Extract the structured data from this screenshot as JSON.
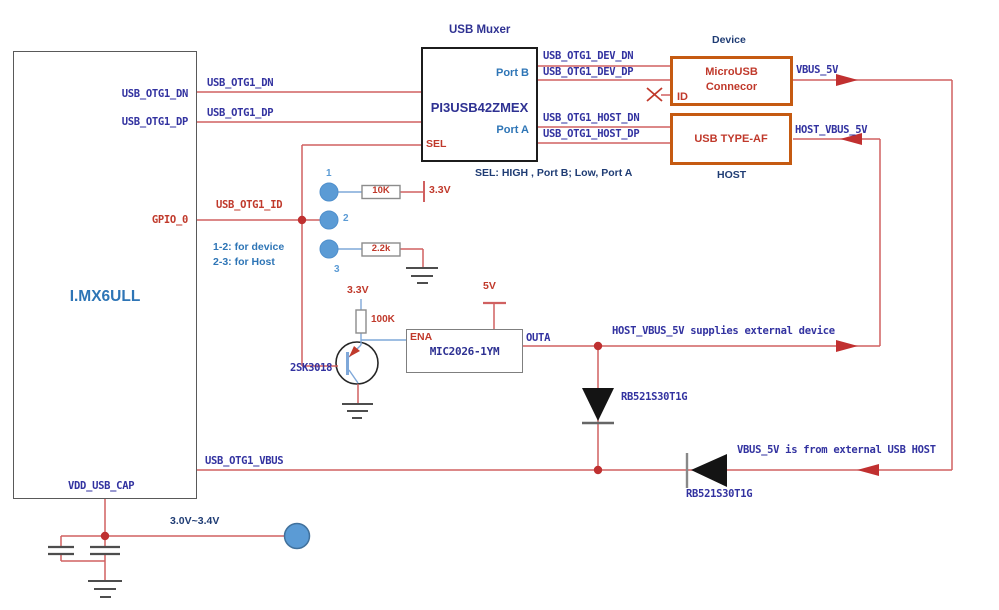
{
  "chip": {
    "name": "I.MX6ULL",
    "pin_dn": "USB_OTG1_DN",
    "pin_dp": "USB_OTG1_DP",
    "pin_gpio": "GPIO_0",
    "pin_vdd": "VDD_USB_CAP"
  },
  "muxer": {
    "title": "USB Muxer",
    "part": "PI3USB42ZMEX",
    "port_b": "Port B",
    "port_a": "Port A",
    "sel_pin": "SEL",
    "sel_note": "SEL: HIGH , Port B; Low, Port A"
  },
  "nets": {
    "dn": "USB_OTG1_DN",
    "dp": "USB_OTG1_DP",
    "id": "USB_OTG1_ID",
    "dev_dn": "USB_OTG1_DEV_DN",
    "dev_dp": "USB_OTG1_DEV_DP",
    "host_dn": "USB_OTG1_HOST_DN",
    "host_dp": "USB_OTG1_HOST_DP",
    "vbus": "USB_OTG1_VBUS",
    "vbus_5v": "VBUS_5V",
    "host_vbus_5v": "HOST_VBUS_5V"
  },
  "device": {
    "title": "Device",
    "name_line1": "MicroUSB",
    "name_line2": "Connecor",
    "id_pin": "ID"
  },
  "host": {
    "title": "HOST",
    "name": "USB TYPE-AF"
  },
  "jumper": {
    "pin1": "1",
    "pin2": "2",
    "pin3": "3",
    "note1": "1-2: for device",
    "note2": "2-3: for Host"
  },
  "parts": {
    "r_pullup": "10K",
    "r_pulldown": "2.2k",
    "r_gate": "100K",
    "transistor": "2SK3018",
    "power_switch": "MIC2026-1YM",
    "ena_pin": "ENA",
    "outa_pin": "OUTA",
    "diode_top": "RB521S30T1G",
    "diode_bottom": "RB521S30T1G"
  },
  "power": {
    "rail_33_top": "3.3V",
    "rail_33_mid": "3.3V",
    "rail_5": "5V",
    "cap_range": "3.0V~3.4V"
  },
  "notes": {
    "supply": "HOST_VBUS_5V supplies external device",
    "from_host": "VBUS_5V is from external USB HOST"
  },
  "colors": {
    "wire": "#d06060",
    "accent_red": "#c0392b",
    "violet": "#3232a0",
    "navy": "#1f3c74",
    "blue": "#2e75b6",
    "light_blue": "#5b9bd5",
    "orange": "#c55a11"
  }
}
